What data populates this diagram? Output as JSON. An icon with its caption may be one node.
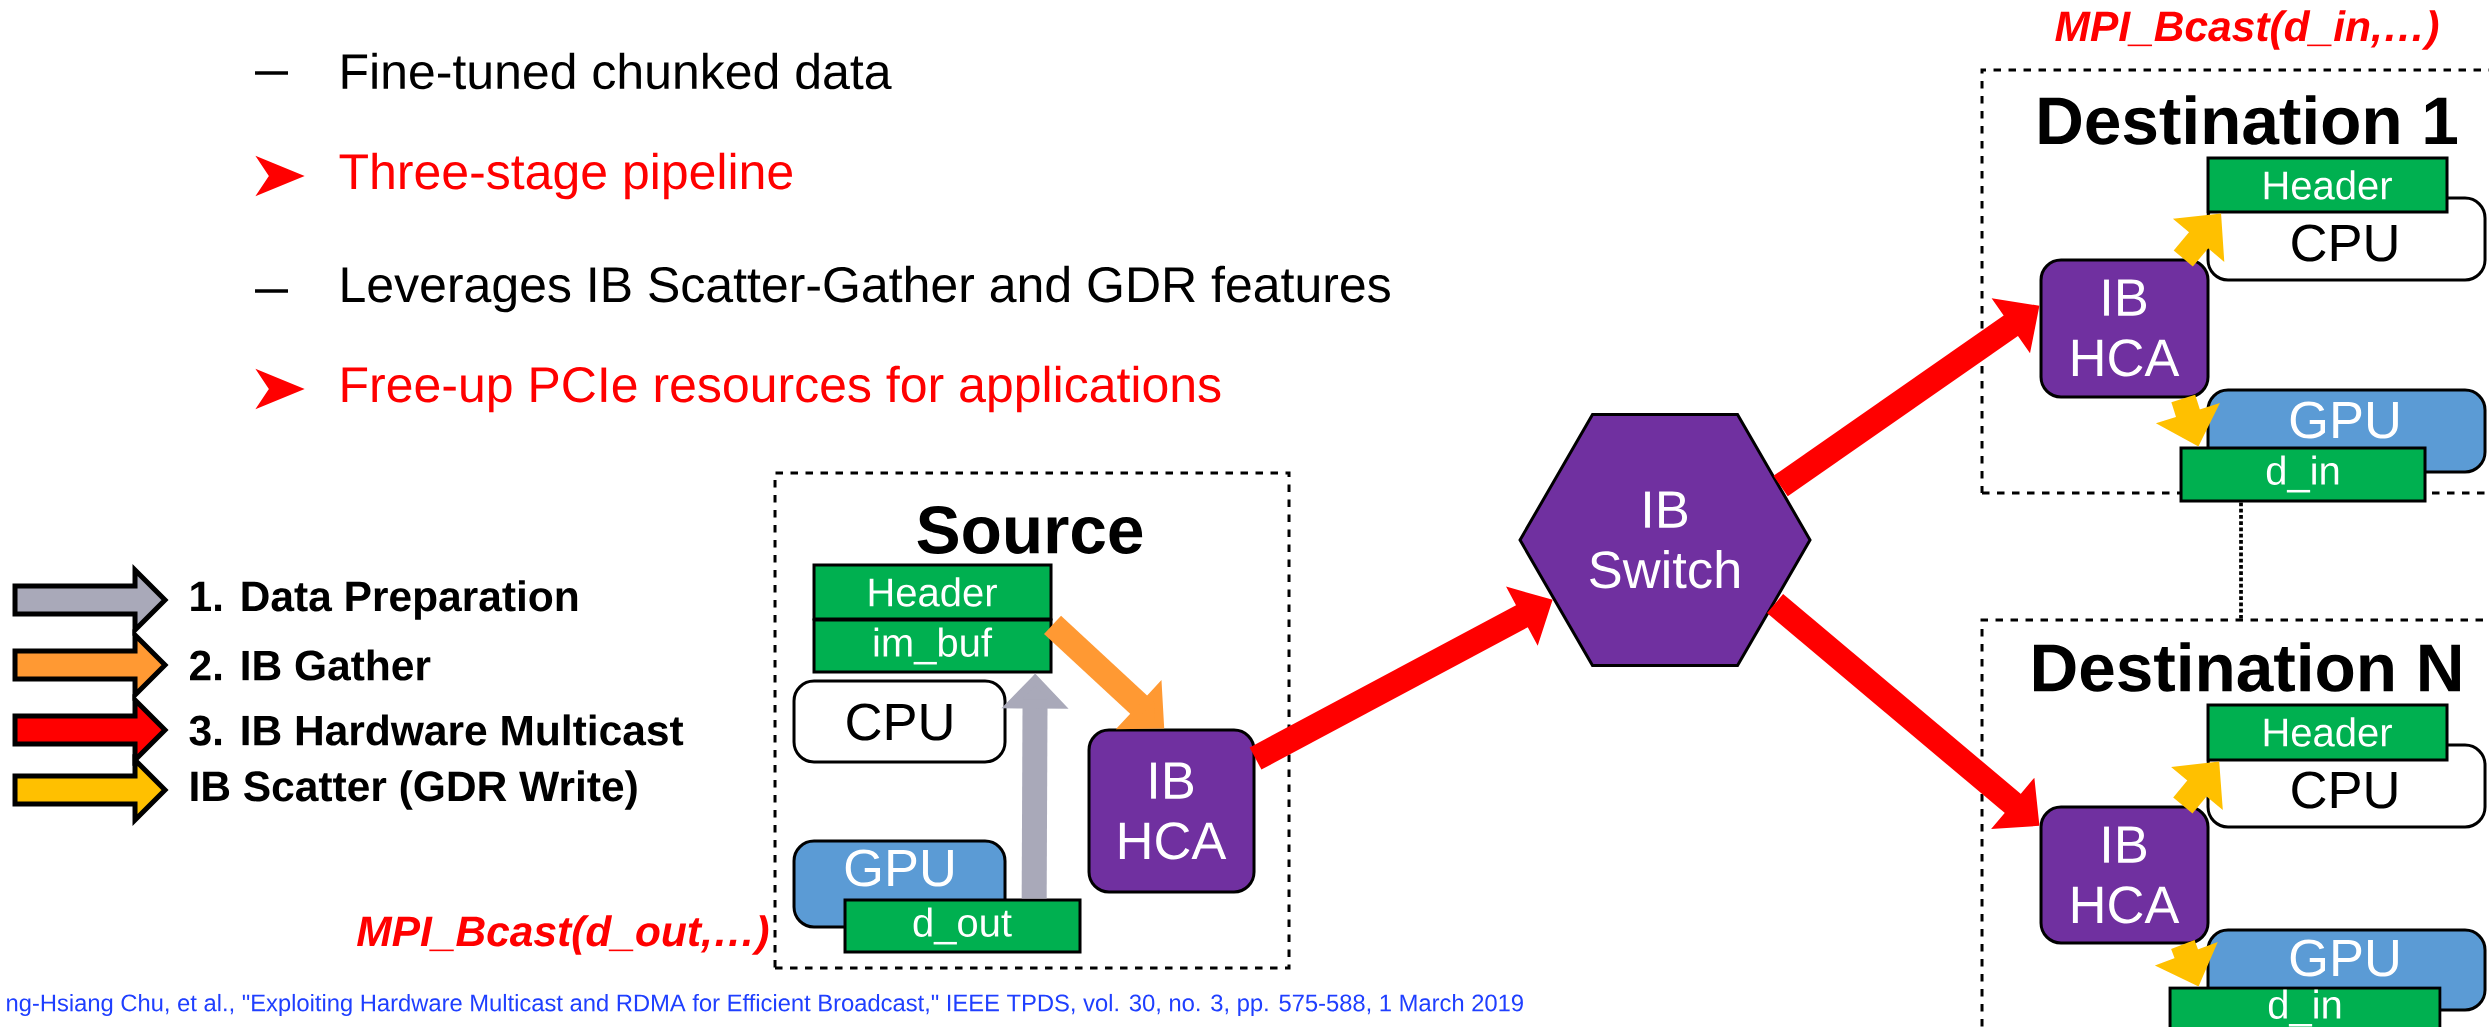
{
  "diagram": {
    "nodes": [
      {
        "text": [
          "Source"
        ]
      },
      {
        "text": [
          "Header"
        ],
        "in": 0
      },
      {
        "text": [
          "im_buf"
        ],
        "in": 0
      },
      {
        "text": [
          "CPU"
        ],
        "in": 0
      },
      {
        "text": [
          "GPU"
        ],
        "in": 0
      },
      {
        "text": [
          "d_out"
        ],
        "in": 0
      },
      {
        "text": [
          "IB HCA"
        ],
        "in": 0
      },
      {
        "text": [
          "IB Switch"
        ]
      },
      {
        "text": [
          "Destination 1"
        ]
      },
      {
        "text": [
          "CPU"
        ],
        "in": 8
      },
      {
        "text": [
          "Header"
        ],
        "in": 8
      },
      {
        "text": [
          "IB HCA"
        ],
        "in": 8
      },
      {
        "text": [
          "GPU"
        ],
        "in": 8
      },
      {
        "text": [
          "d_in"
        ]
      },
      {
        "text": [
          "Destination N"
        ]
      },
      {
        "text": [
          "CPU"
        ],
        "in": 14
      },
      {
        "text": [
          "Header"
        ],
        "in": 14
      },
      {
        "text": [
          "IB HCA"
        ],
        "in": 14
      },
      {
        "text": [
          "GPU"
        ],
        "in": 14
      },
      {
        "text": [
          "d_in"
        ],
        "in": 14
      }
    ],
    "edges": [
      {
        "from": 5,
        "to": 2,
        "arrow": "to",
        "color": "#a9a9b9"
      },
      {
        "from": 2,
        "to": 6,
        "arrow": "to",
        "color": "#ff9933"
      },
      {
        "from": 6,
        "to": 7,
        "arrow": "to",
        "color": "#ff0000"
      },
      {
        "from": 7,
        "to": 11,
        "arrow": "to",
        "color": "#ff0000"
      },
      {
        "from": 7,
        "to": 17,
        "arrow": "to",
        "color": "#ff0000"
      },
      {
        "from": 11,
        "to": 10,
        "arrow": "to",
        "color": "#ffc000"
      },
      {
        "from": 11,
        "to": 13,
        "arrow": "to",
        "color": "#ffc000"
      },
      {
        "from": 17,
        "to": 16,
        "arrow": "to",
        "color": "#ffc000"
      },
      {
        "from": 17,
        "to": 19,
        "arrow": "to",
        "color": "#ffc000"
      },
      {
        "from": 13,
        "to": 14,
        "arrow": "none",
        "style": "dashed",
        "color": "#000000"
      }
    ],
    "labels": [
      "Fine-tuned chunked data",
      "Three-stage pipeline",
      "Leverages IB Scatter-Gather and GDR features",
      "Free-up PCIe resources for applications",
      "MPI_Bcast(d_in,…)",
      "MPI_Bcast(d_out,…)",
      "ng-Hsiang Chu, et al., \"Exploiting Hardware Multicast and RDMA for Efficient Broadcast,\" IEEE TPDS, vol. 30, no. 3, pp. 575-588, 1 March 2019"
    ],
    "legend": [
      {
        "text": "1. Data Preparation",
        "color": "#a9a9b9"
      },
      {
        "text": "2. IB Gather",
        "color": "#ff9933"
      },
      {
        "text": "3. IB Hardware Multicast",
        "color": "#ff0000"
      },
      {
        "text": "IB Scatter (GDR Write)",
        "color": "#ffc000"
      }
    ]
  }
}
